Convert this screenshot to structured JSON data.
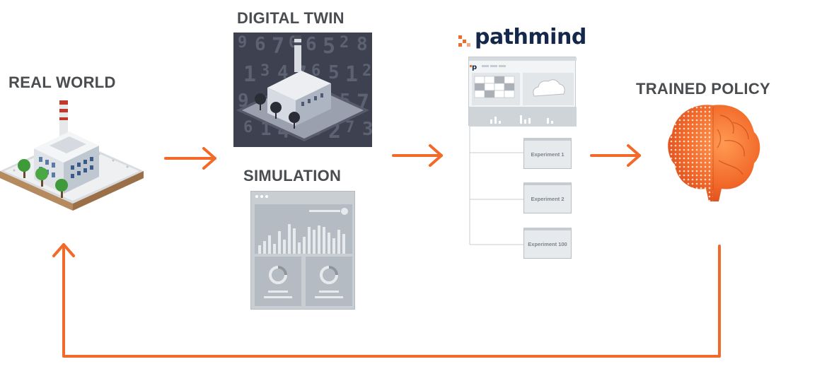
{
  "labels": {
    "real_world": "REAL WORLD",
    "digital_twin": "DIGITAL TWIN",
    "simulation": "SIMULATION",
    "trained_policy": "TRAINED POLICY",
    "brand": "pathmind"
  },
  "digital_twin_digits": [
    "9",
    "6",
    "7",
    "0",
    "6",
    "5",
    "2",
    "8",
    "1",
    "3",
    "4",
    "7",
    "6",
    "5",
    "1",
    "2",
    "9",
    "8",
    "0",
    "3",
    "4",
    "1",
    "5",
    "7",
    "6",
    "1",
    "4",
    "8",
    "0",
    "2",
    "7",
    "3"
  ],
  "experiments": [
    "Experiment 1",
    "Experiment 2",
    "Experiment 100"
  ],
  "colors": {
    "accent": "#f26a2a",
    "label": "#4a4d50",
    "brand": "#15284b",
    "panel": "#c9ced3",
    "twin_bg": "#3d4150"
  }
}
